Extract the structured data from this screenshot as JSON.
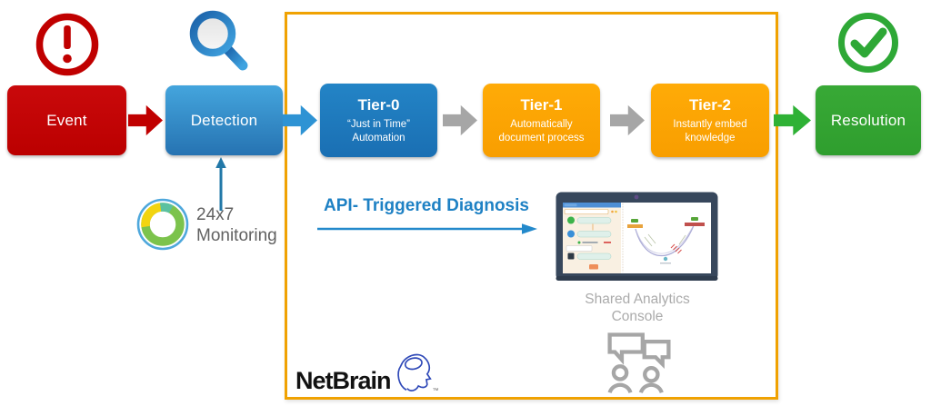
{
  "flow": {
    "event": {
      "label": "Event"
    },
    "detection": {
      "label": "Detection"
    },
    "tier0": {
      "title": "Tier-0",
      "subtitle": "“Just in Time” Automation"
    },
    "tier1": {
      "title": "Tier-1",
      "subtitle": "Automatically document process"
    },
    "tier2": {
      "title": "Tier-2",
      "subtitle": "Instantly embed knowledge"
    },
    "resolution": {
      "label": "Resolution"
    }
  },
  "annotations": {
    "monitoring_line1": "24x7",
    "monitoring_line2": "Monitoring",
    "api_label": "API- Triggered Diagnosis",
    "console_line1": "Shared Analytics",
    "console_line2": "Console"
  },
  "logo": {
    "text": "NetBrain",
    "tm": "™"
  },
  "icons": {
    "event": "alert-exclamation-circle",
    "detection": "magnifier",
    "monitoring": "donut-ring",
    "resolution": "check-circle",
    "console": "people-chat",
    "screenshot": "analytics-console-laptop"
  },
  "colors": {
    "event_red": "#C00000",
    "detection_blue": "#2E93D4",
    "tier0_blue": "#1D78BE",
    "tier_orange": "#FFA200",
    "resolution_green": "#33A532",
    "gray_arrow": "#A6A6A6",
    "green_arrow": "#2EB135",
    "frame_orange": "#F0A202",
    "api_blue": "#1E81C4",
    "teal_arrow": "#2278A8",
    "muted_gray": "#ABABAB",
    "text_gray": "#616161"
  }
}
